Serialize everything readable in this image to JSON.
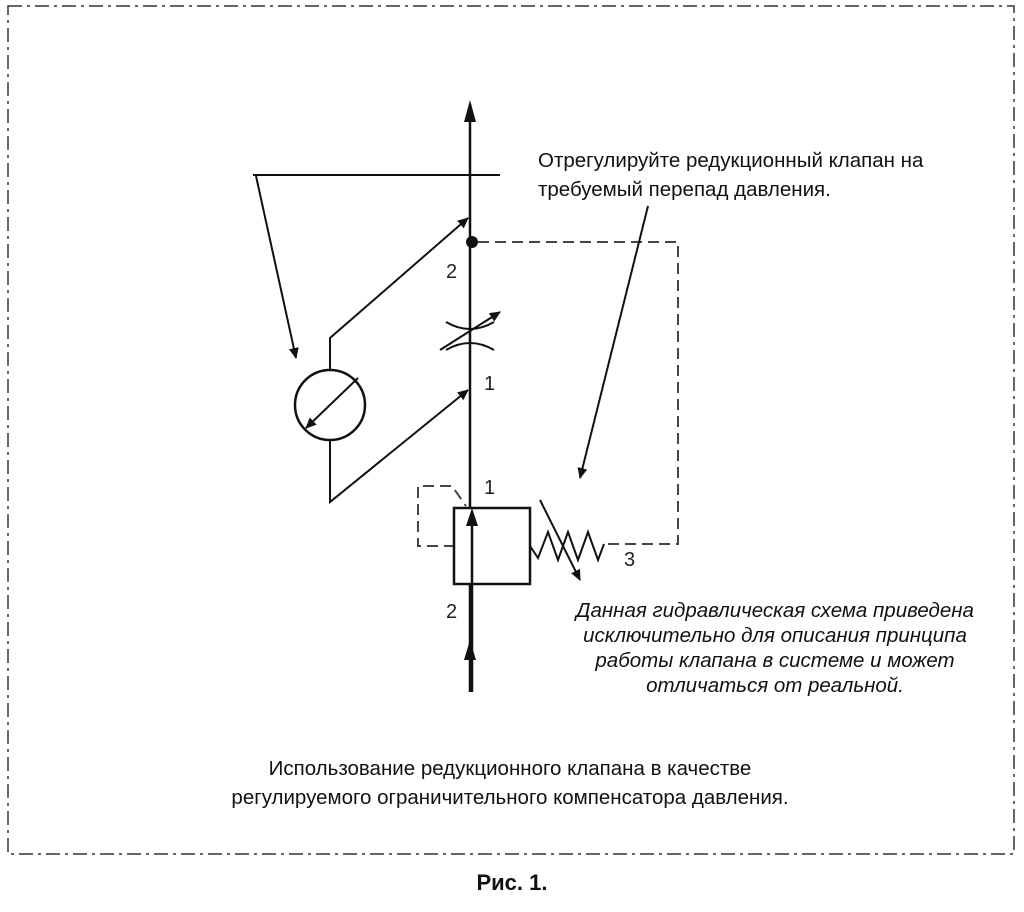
{
  "notes": {
    "adjust": "Отрегулируйте редукционный клапан на требуемый перепад давления.",
    "disclaimer": "Данная гидравлическая схема приведена исключительно для описания принципа работы клапана в системе и может отличаться от реальной."
  },
  "caption": "Использование редукционного клапана в качестве регулируемого ограничительного компенсатора давления.",
  "figure_title": "Рис. 1.",
  "port_labels": {
    "upper_2": "2",
    "upper_1": "1",
    "valve_1": "1",
    "valve_2": "2",
    "valve_3": "3"
  }
}
